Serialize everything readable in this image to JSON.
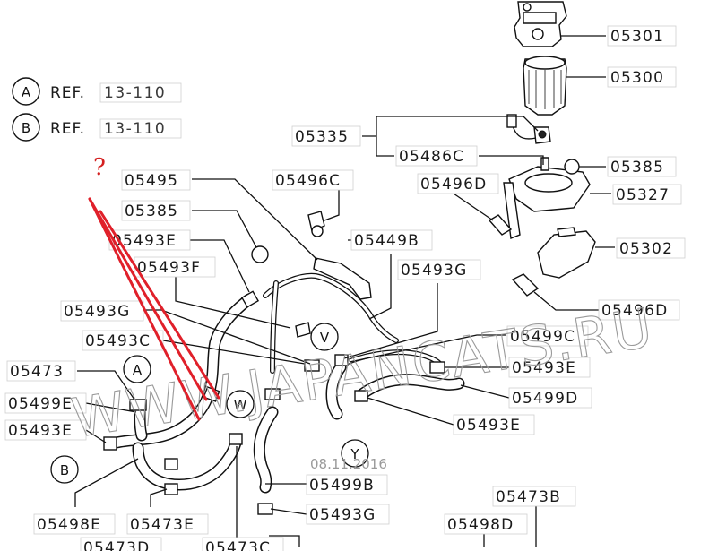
{
  "references": [
    {
      "circle": "A",
      "word": "REF.",
      "num": "13-110"
    },
    {
      "circle": "B",
      "word": "REF.",
      "num": "13-110"
    }
  ],
  "annotation": {
    "question_mark": "?",
    "color": "#d42020"
  },
  "watermark": {
    "text": "WWW.JAPANCATS.RU",
    "date": "08.11.2016"
  },
  "labels": {
    "l01": "05301",
    "l02": "05300",
    "l03": "05335",
    "l04": "05486C",
    "l05": "05385",
    "l06": "05496D",
    "l07": "05327",
    "l08": "05302",
    "l09": "05496D",
    "l10": "05495",
    "l11": "05496C",
    "l12": "05385",
    "l13": "05493E",
    "l14": "05449B",
    "l15": "05493F",
    "l16": "05493G",
    "l17": "05493G",
    "l18": "05493C",
    "l19": "05499C",
    "l20": "05473",
    "l21": "05493E",
    "l22": "05499E",
    "l23": "05499D",
    "l24": "05493E",
    "l25": "05493E",
    "l26": "05499B",
    "l27": "05493G",
    "l28": "05498E",
    "l29": "05473E",
    "l30": "05473B",
    "l31": "05498D",
    "l32": "05473D",
    "l33": "05473C"
  },
  "circle_markers": {
    "ref_a": "A",
    "ref_b": "B",
    "conn_a": "A",
    "conn_b": "B",
    "conn_v": "V",
    "conn_w": "W",
    "conn_y": "Y"
  }
}
